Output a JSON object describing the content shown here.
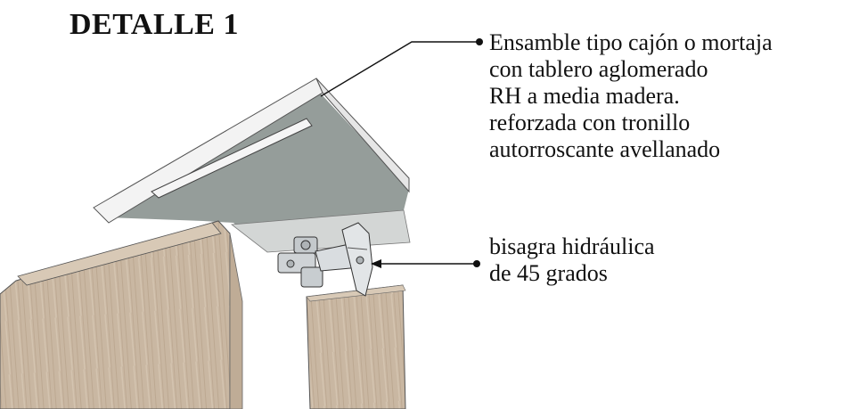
{
  "title": "DETALLE 1",
  "callouts": [
    {
      "lines": [
        "Ensamble tipo cajón o mortaja",
        "con tablero aglomerado",
        "RH a media madera.",
        "reforzada con tronillo",
        "autorroscante avellanado"
      ]
    },
    {
      "lines": [
        "bisagra hidráulica",
        "de 45 grados"
      ]
    }
  ],
  "colors": {
    "board_underside": "#959d9a",
    "board_edge": "#f3f3f3",
    "wood": "#c9b7a2",
    "wood_dark": "#b5a28c",
    "hinge_metal": "#cfd3d6",
    "leader_line": "#111111"
  }
}
